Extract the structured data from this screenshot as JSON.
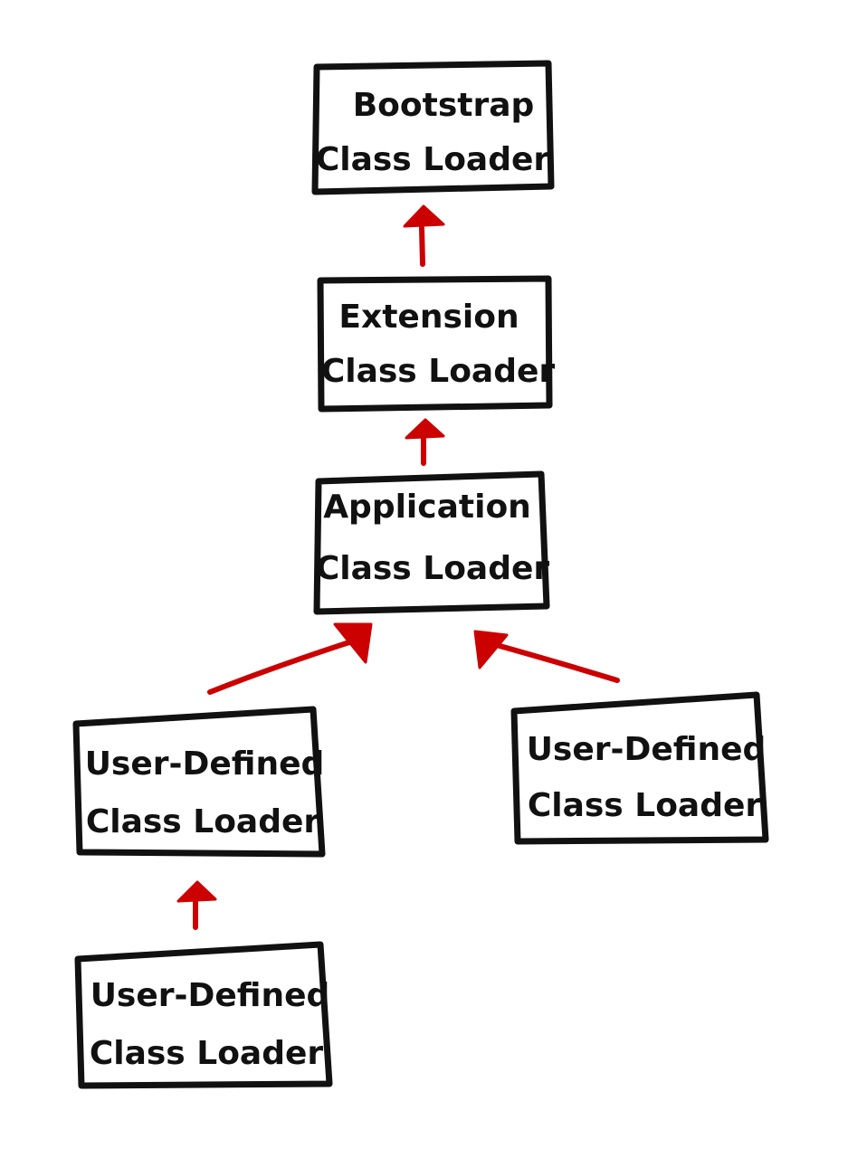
{
  "nodes": [
    {
      "id": "bootstrap",
      "line1": "Bootstrap",
      "line2": "Class Loader"
    },
    {
      "id": "extension",
      "line1": "Extension",
      "line2": "Class Loader"
    },
    {
      "id": "application",
      "line1": "Application",
      "line2": "Class Loader"
    },
    {
      "id": "user_left",
      "line1": "User-Defined",
      "line2": "Class Loader"
    },
    {
      "id": "user_right",
      "line1": "User-Defined",
      "line2": "Class Loader"
    },
    {
      "id": "user_bottom",
      "line1": "User-Defined",
      "line2": "Class Loader"
    }
  ],
  "edges": [
    {
      "from": "extension",
      "to": "bootstrap"
    },
    {
      "from": "application",
      "to": "extension"
    },
    {
      "from": "user_left",
      "to": "application"
    },
    {
      "from": "user_right",
      "to": "application"
    },
    {
      "from": "user_bottom",
      "to": "user_left"
    }
  ],
  "colors": {
    "box_stroke": "#111111",
    "arrow": "#cc0000",
    "background": "#ffffff"
  }
}
